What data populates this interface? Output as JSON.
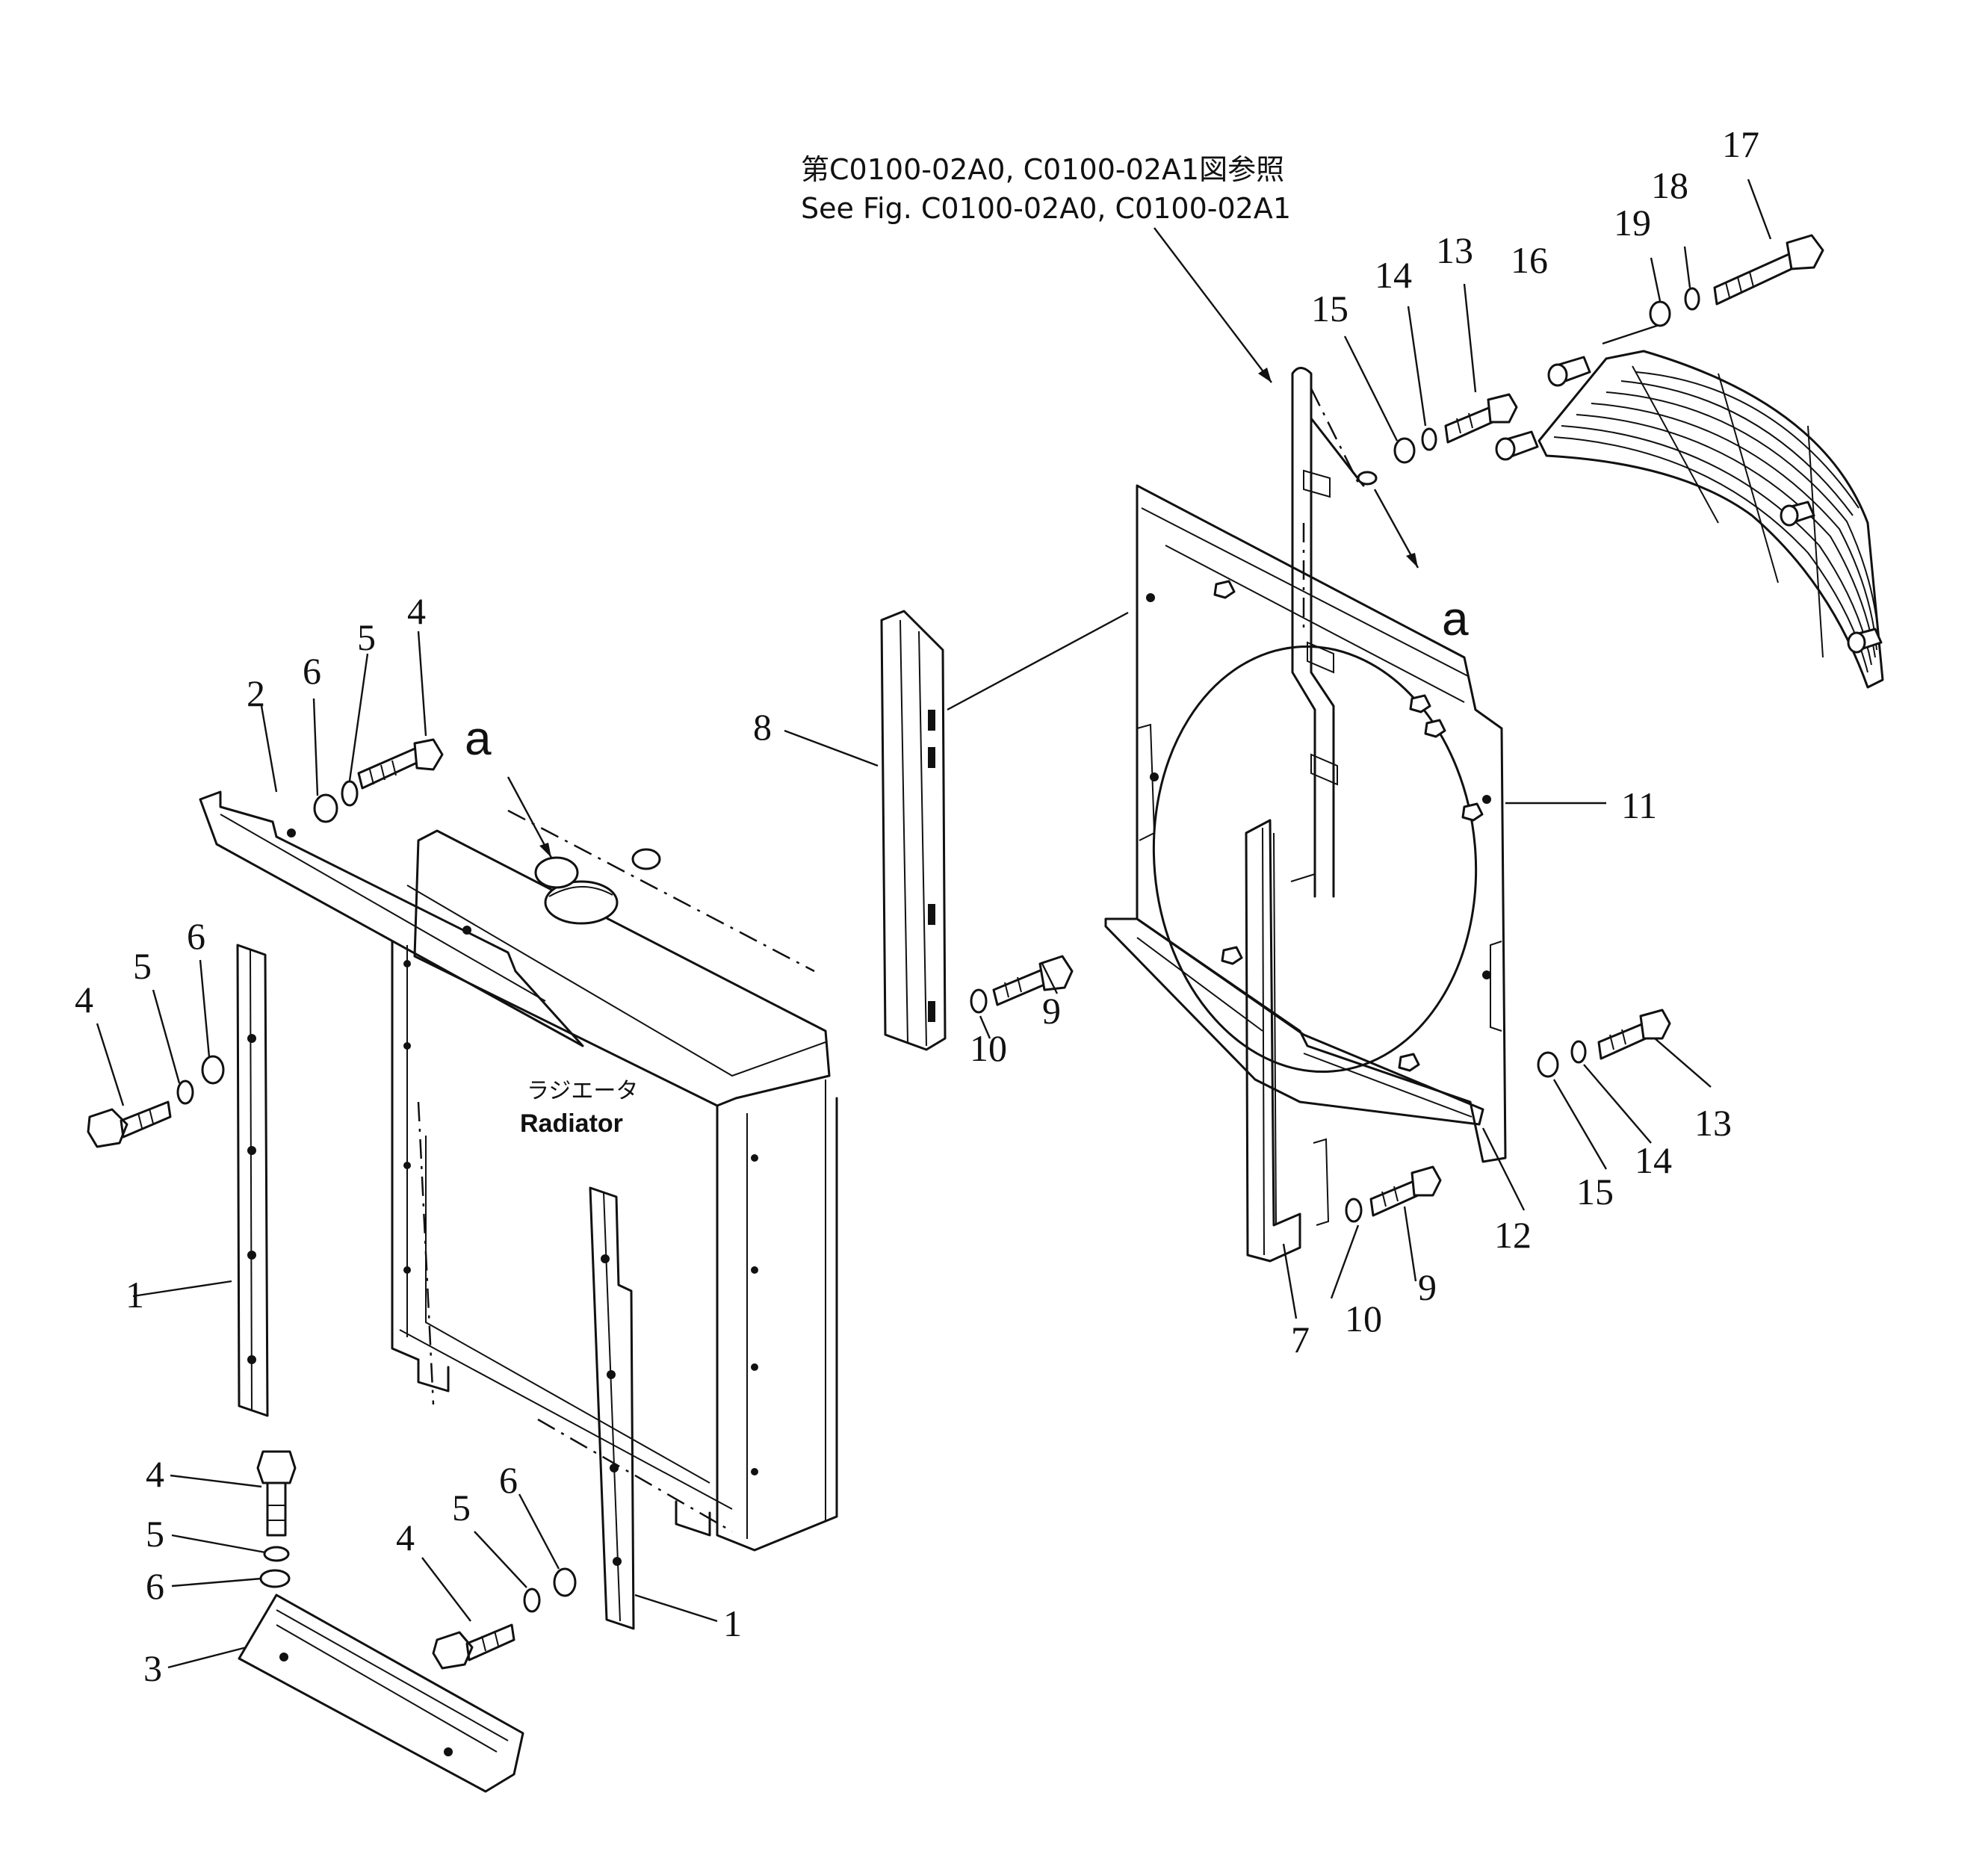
{
  "reference_note": {
    "line_jp": "第C0100-02A0, C0100-02A1図参照",
    "line_en": "See Fig. C0100-02A0, C0100-02A1"
  },
  "radiator_label": {
    "jp": "ラジエータ",
    "en": "Radiator"
  },
  "connection_mark": "a",
  "callouts": {
    "c1a": "1",
    "c1b": "1",
    "c2": "2",
    "c3": "3",
    "c4a": "4",
    "c4b": "4",
    "c4c": "4",
    "c4d": "4",
    "c5a": "5",
    "c5b": "5",
    "c5c": "5",
    "c5d": "5",
    "c6a": "6",
    "c6b": "6",
    "c6c": "6",
    "c6d": "6",
    "c7": "7",
    "c8": "8",
    "c9a": "9",
    "c9b": "9",
    "c10a": "10",
    "c10b": "10",
    "c11": "11",
    "c12": "12",
    "c13a": "13",
    "c13b": "13",
    "c14a": "14",
    "c14b": "14",
    "c15a": "15",
    "c15b": "15",
    "c16": "16",
    "c17": "17",
    "c18": "18",
    "c19": "19"
  }
}
